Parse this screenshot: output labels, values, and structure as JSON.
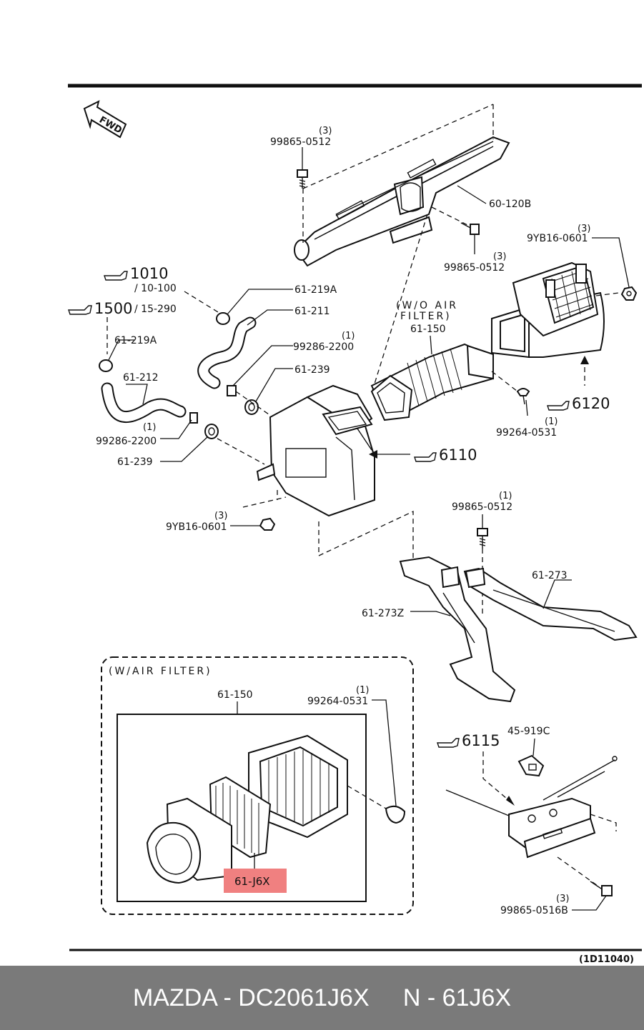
{
  "diagram": {
    "fwd": "FWD",
    "wo_filter_note": [
      "(W/O AIR",
      "FILTER)"
    ],
    "w_filter_note": "(W/AIR FILTER)",
    "figure_code": "(1D11040)",
    "highlight_color": "#f08080",
    "labels": {
      "p_9986505120_top": "99865-0512",
      "q_9986505120_top": "(3)",
      "p_60120b": "60-120B",
      "p_9986505120_mid": "99865-0512",
      "q_9986505120_mid": "(3)",
      "p_9yb16_right": "9YB16-0601",
      "q_9yb16_right": "(3)",
      "r_1010": "1010",
      "r_1010_sub": "/ 10-100",
      "r_1500": "1500",
      "r_1500_sub": "/ 15-290",
      "p_61219a_top": "61-219A",
      "p_61211": "61-211",
      "p_99286_top": "99286-2200",
      "q_99286_top": "(1)",
      "p_61239_top": "61-239",
      "p_61219a_left": "61-219A",
      "p_61212": "61-212",
      "p_99286_left": "99286-2200",
      "q_99286_left": "(1)",
      "p_61239_left": "61-239",
      "p_61150_top": "61-150",
      "r_6120": "6120",
      "p_99264_right": "99264-0531",
      "q_99264_right": "(1)",
      "r_6110": "6110",
      "p_9yb16_left": "9YB16-0601",
      "q_9yb16_left": "(3)",
      "p_9986505120_low": "99865-0512",
      "q_9986505120_low": "(1)",
      "p_61273": "61-273",
      "p_61273z": "61-273Z",
      "p_61150_box": "61-150",
      "p_99264_box": "99264-0531",
      "q_99264_box": "(1)",
      "p_61j6x": "61-J6X",
      "r_6115": "6115",
      "p_45919c": "45-919C",
      "p_99865_0516b": "99865-0516B",
      "q_99865_0516b": "(3)"
    }
  },
  "footer": {
    "caption": "MAZDA - DC2061J6X     N - 61J6X"
  }
}
